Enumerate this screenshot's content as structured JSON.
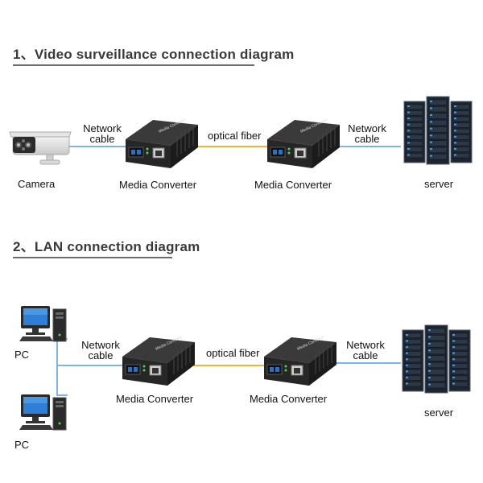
{
  "colors": {
    "network_cable": "#7fb3e6",
    "optical_fiber": "#f0b33c",
    "title_rule": "#6b6b6b"
  },
  "section1": {
    "title": "1、Video surveillance connection diagram",
    "camera_label": "Camera",
    "network_cable_left": [
      "Network",
      "cable"
    ],
    "converter1_label": "Media Converter",
    "optical_fiber_label": "optical fiber",
    "converter2_label": "Media Converter",
    "network_cable_right": [
      "Network",
      "cable"
    ],
    "server_label": "server",
    "converter_device_text": "Media Converter"
  },
  "section2": {
    "title": "2、LAN connection diagram",
    "pc1_label": "PC",
    "pc2_label": "PC",
    "network_cable_left": [
      "Network",
      "cable"
    ],
    "converter1_label": "Media Converter",
    "optical_fiber_label": "optical fiber",
    "converter2_label": "Media Converter",
    "network_cable_right": [
      "Network",
      "cable"
    ],
    "server_label": "server",
    "converter_device_text": "Media Converter"
  },
  "icons": {
    "camera": "camera-icon",
    "converter": "media-converter-icon",
    "server": "server-rack-icon",
    "pc": "pc-icon"
  }
}
